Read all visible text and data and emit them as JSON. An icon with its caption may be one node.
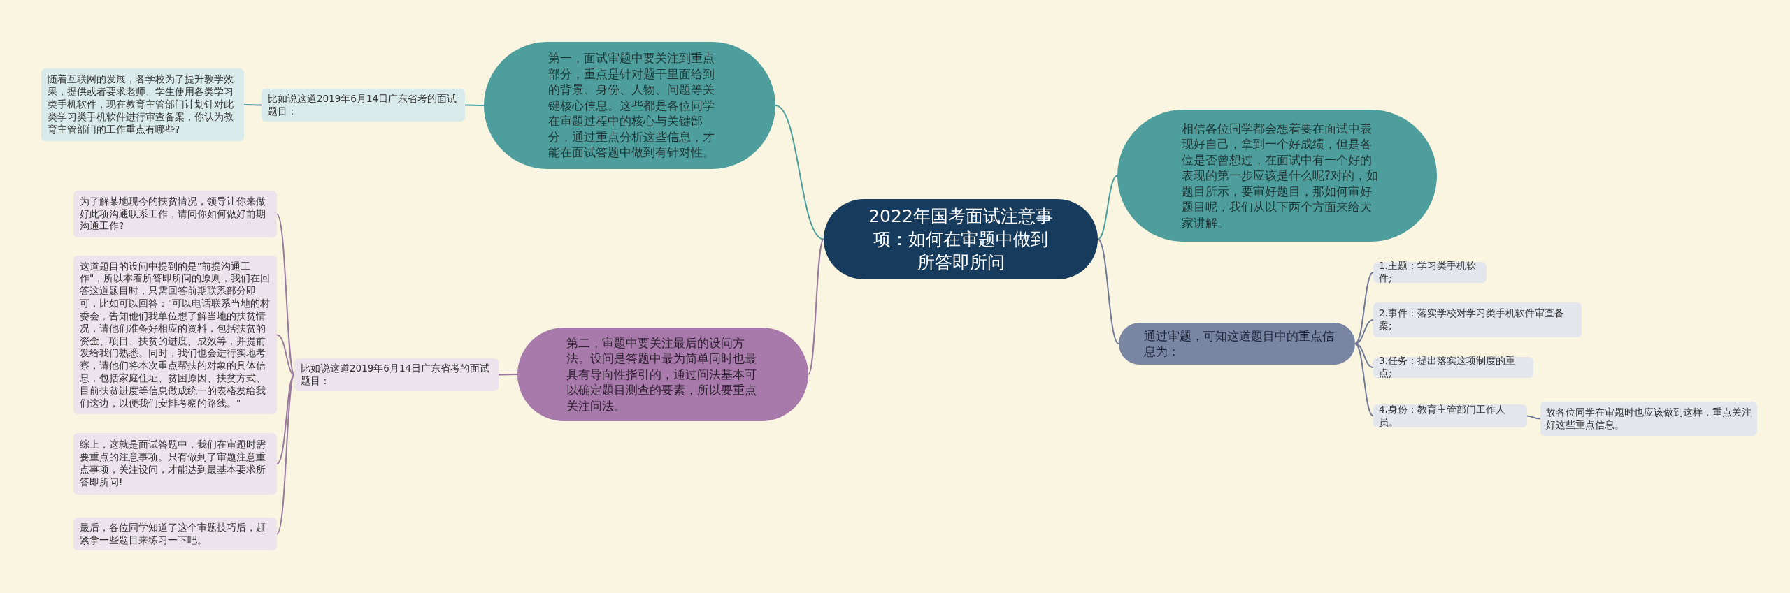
{
  "diagram": {
    "nodes": [
      {
        "text": [
          "2022年国考面试注意事项：如何在审题中做到所答即所问"
        ]
      },
      {
        "text": [
          "第一，面试审题中要关注到重点部分，重点是针对题干里面给到的背景、身份、人物、问题等关键核心信息。这些都是各位同学在审题过程中的核心与关键部分，通过重点分析这些信息，才能在面试答题中做到有针对性。"
        ]
      },
      {
        "text": [
          "比如说这道2019年6月14日广东省考的面试题目："
        ]
      },
      {
        "text": [
          "随着互联网的发展，各学校为了提升教学效果，提供或者要求老师、学生使用各类学习类手机软件，现在教育主管部门计划针对此类学习类手机软件进行审查备案，你认为教育主管部门的工作重点有哪些?"
        ]
      },
      {
        "text": [
          "相信各位同学都会想着要在面试中表现好自己，拿到一个好成绩，但是各位是否曾想过，在面试中有一个好的表现的第一步应该是什么呢?对的，如题目所示，要审好题目，那如何审好题目呢，我们从以下两个方面来给大家讲解。"
        ]
      },
      {
        "text": [
          "第二，审题中要关注最后的设问方法。设问是答题中最为简单同时也最具有导向性指引的，通过问法基本可以确定题目测查的要素，所以要重点关注问法。"
        ]
      },
      {
        "text": [
          "比如说这道2019年6月14日广东省考的面试题目："
        ]
      },
      {
        "text": [
          "为了解某地现今的扶贫情况，领导让你来做好此项沟通联系工作，请问你如何做好前期沟通工作?"
        ]
      },
      {
        "text": [
          "这道题目的设问中提到的是\"前提沟通工作\"，所以本着所答即所问的原则，我们在回答这道题目时，只需回答前期联系部分即可，比如可以回答：\"可以电话联系当地的村委会，告知他们我单位想了解当地的扶贫情况，请他们准备好相应的资料，包括扶贫的资金、项目、扶贫的进度、成效等，并提前发给我们熟悉。同时，我们也会进行实地考察，请他们将本次重点帮扶的对象的具体信息，包括家庭住址、贫困原因、扶贫方式、目前扶贫进度等信息做成统一的表格发给我们这边，以便我们安排考察的路线。\""
        ]
      },
      {
        "text": [
          "综上，这就是面试答题中，我们在审题时需要重点的注意事项。只有做到了审题注意重点事项，关注设问，才能达到最基本要求所答即所问!"
        ]
      },
      {
        "text": [
          "最后，各位同学知道了这个审题技巧后，赶紧拿一些题目来练习一下吧。"
        ]
      },
      {
        "text": [
          "通过审题，可知这道题目中的重点信息为："
        ]
      },
      {
        "text": [
          "1.主题：学习类手机软件;"
        ]
      },
      {
        "text": [
          "2.事件：落实学校对学习类手机软件审查备案;"
        ]
      },
      {
        "text": [
          "3.任务：提出落实这项制度的重点;"
        ]
      },
      {
        "text": [
          "4.身份：教育主管部门工作人员。"
        ]
      },
      {
        "text": [
          "故各位同学在审题时也应该做到这样，重点关注好这些重点信息。"
        ]
      }
    ],
    "edges": [
      {
        "from": 0,
        "to": 1,
        "arrow": "none",
        "color": "#4f9e9e"
      },
      {
        "from": 1,
        "to": 2,
        "arrow": "none",
        "color": "#4f9e9e"
      },
      {
        "from": 2,
        "to": 3,
        "arrow": "none",
        "color": "#4f9e9e"
      },
      {
        "from": 0,
        "to": 4,
        "arrow": "none",
        "color": "#4f9e9e"
      },
      {
        "from": 0,
        "to": 5,
        "arrow": "none",
        "color": "#9a7a9e"
      },
      {
        "from": 5,
        "to": 6,
        "arrow": "none",
        "color": "#9a7a9e"
      },
      {
        "from": 6,
        "to": 7,
        "arrow": "none",
        "color": "#9a7a9e"
      },
      {
        "from": 6,
        "to": 8,
        "arrow": "none",
        "color": "#9a7a9e"
      },
      {
        "from": 6,
        "to": 9,
        "arrow": "none",
        "color": "#9a7a9e"
      },
      {
        "from": 6,
        "to": 10,
        "arrow": "none",
        "color": "#9a7a9e"
      },
      {
        "from": 0,
        "to": 11,
        "arrow": "none",
        "color": "#6f7a96"
      },
      {
        "from": 11,
        "to": 12,
        "arrow": "none",
        "color": "#6f7a96"
      },
      {
        "from": 11,
        "to": 13,
        "arrow": "none",
        "color": "#6f7a96"
      },
      {
        "from": 11,
        "to": 14,
        "arrow": "none",
        "color": "#6f7a96"
      },
      {
        "from": 11,
        "to": 15,
        "arrow": "none",
        "color": "#6f7a96"
      },
      {
        "from": 15,
        "to": 16,
        "arrow": "none",
        "color": "#6f7a96"
      }
    ]
  }
}
